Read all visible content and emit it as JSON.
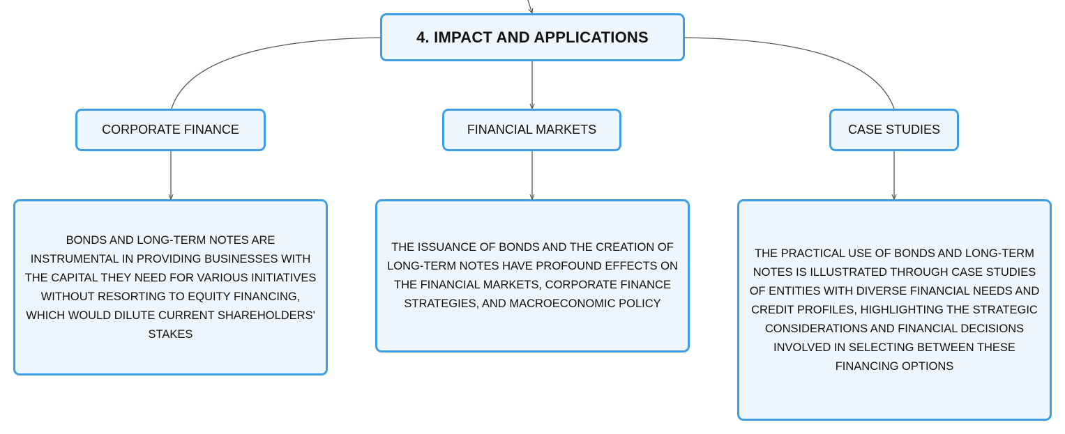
{
  "diagram": {
    "root": {
      "label": "4. IMPACT AND APPLICATIONS"
    },
    "branches": [
      {
        "label": "CORPORATE FINANCE",
        "detail": "BONDS AND LONG-TERM NOTES ARE INSTRUMENTAL IN PROVIDING BUSINESSES WITH THE CAPITAL THEY NEED FOR VARIOUS INITIATIVES WITHOUT RESORTING TO EQUITY FINANCING, WHICH WOULD DILUTE CURRENT SHAREHOLDERS' STAKES"
      },
      {
        "label": "FINANCIAL MARKETS",
        "detail": "THE ISSUANCE OF BONDS AND THE CREATION OF LONG-TERM NOTES HAVE PROFOUND EFFECTS ON THE FINANCIAL MARKETS, CORPORATE FINANCE STRATEGIES, AND MACROECONOMIC POLICY"
      },
      {
        "label": "CASE STUDIES",
        "detail": "THE PRACTICAL USE OF BONDS AND LONG-TERM NOTES IS ILLUSTRATED THROUGH CASE STUDIES OF ENTITIES WITH DIVERSE FINANCIAL NEEDS AND CREDIT PROFILES, HIGHLIGHTING THE STRATEGIC CONSIDERATIONS AND FINANCIAL DECISIONS INVOLVED IN SELECTING BETWEEN THESE FINANCING OPTIONS"
      }
    ],
    "colors": {
      "node_border": "#3d9ee6",
      "node_fill": "#eef6fc",
      "connector": "#555555",
      "text": "#111111"
    }
  }
}
